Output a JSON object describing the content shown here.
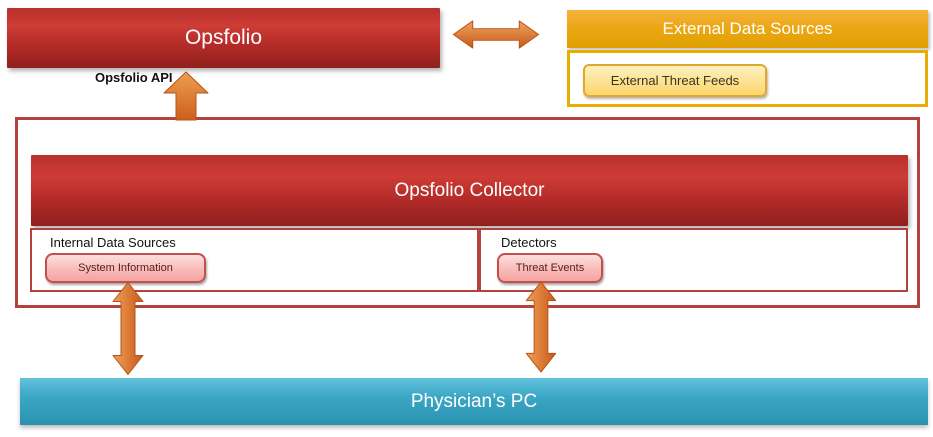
{
  "diagram": {
    "opsfolio": {
      "label": "Opsfolio"
    },
    "external": {
      "title": "External Data Sources",
      "feed_button": "External Threat Feeds"
    },
    "api_label": "Opsfolio API",
    "collector": {
      "title": "Opsfolio Collector"
    },
    "internal": {
      "title": "Internal Data Sources",
      "button": "System Information"
    },
    "detectors": {
      "title": "Detectors",
      "button": "Threat Events"
    },
    "pc": {
      "label": "Physician’s PC"
    },
    "colors": {
      "red_banner": "#c23430",
      "red_border": "#b5413e",
      "gold": "#eca715",
      "gold_border": "#e9ac05",
      "feed_button_fill": "#fce49a",
      "pink_button_fill": "#f9c2c0",
      "pink_button_border": "#c4504b",
      "arrow_orange": "#d96a24",
      "cyan": "#3ba7c5"
    }
  }
}
